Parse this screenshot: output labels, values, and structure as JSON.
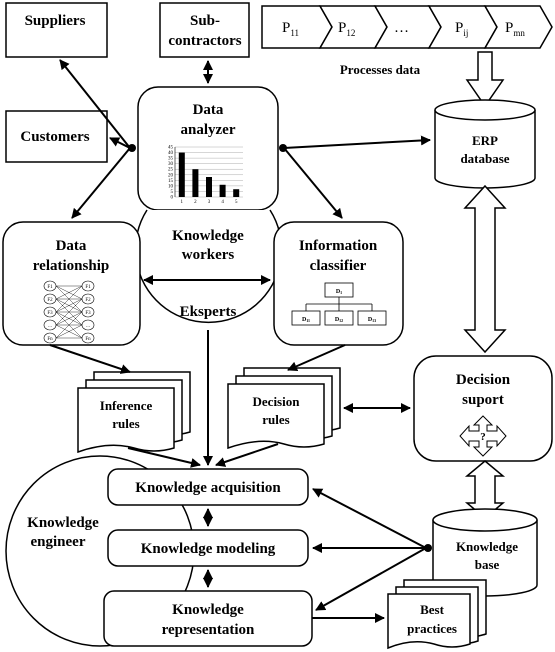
{
  "nodes": {
    "suppliers": "Suppliers",
    "subcontractors": [
      "Sub-",
      "contractors"
    ],
    "customers": "Customers",
    "processes": {
      "steps": [
        "P",
        "P",
        "…",
        "P",
        "P"
      ],
      "subscripts": [
        "11",
        "12",
        "",
        "ij",
        "mn"
      ],
      "caption": "Processes data"
    },
    "data_analyzer": [
      "Data",
      "analyzer"
    ],
    "erp_database": [
      "ERP",
      "database"
    ],
    "knowledge_workers": [
      "Knowledge",
      "workers"
    ],
    "eksperts": "Eksperts",
    "data_relationship": [
      "Data",
      "relationship"
    ],
    "information_classifier": [
      "Information",
      "classifier"
    ],
    "inference_rules": [
      "Inference",
      "rules"
    ],
    "decision_rules": [
      "Decision",
      "rules"
    ],
    "decision_support": [
      "Decision",
      "suport"
    ],
    "decision_symbol": "?",
    "knowledge_engineer": [
      "Knowledge",
      "engineer"
    ],
    "knowledge_acquisition": "Knowledge acquisition",
    "knowledge_modeling": "Knowledge modeling",
    "knowledge_representation": [
      "Knowledge",
      "representation"
    ],
    "knowledge_base": [
      "Knowledge",
      "base"
    ],
    "best_practices": [
      "Best",
      "practices"
    ]
  },
  "mini_tree": {
    "root": "D",
    "root_sub": "1",
    "children": [
      "D",
      "D",
      "D"
    ],
    "children_sub": [
      "11",
      "12",
      "13"
    ]
  },
  "mini_network": {
    "left": [
      "F1",
      "F2",
      "F3",
      "…",
      "Fn"
    ],
    "right": [
      "F1",
      "F2",
      "F3",
      "…",
      "Fn"
    ]
  },
  "mini_bar_chart": {
    "values": [
      40,
      25,
      18,
      11,
      7
    ],
    "y_ticks": [
      "0",
      "5",
      "10",
      "15",
      "20",
      "25",
      "30",
      "35",
      "40",
      "45"
    ],
    "x_ticks": [
      "1",
      "2",
      "3",
      "4",
      "5"
    ]
  }
}
